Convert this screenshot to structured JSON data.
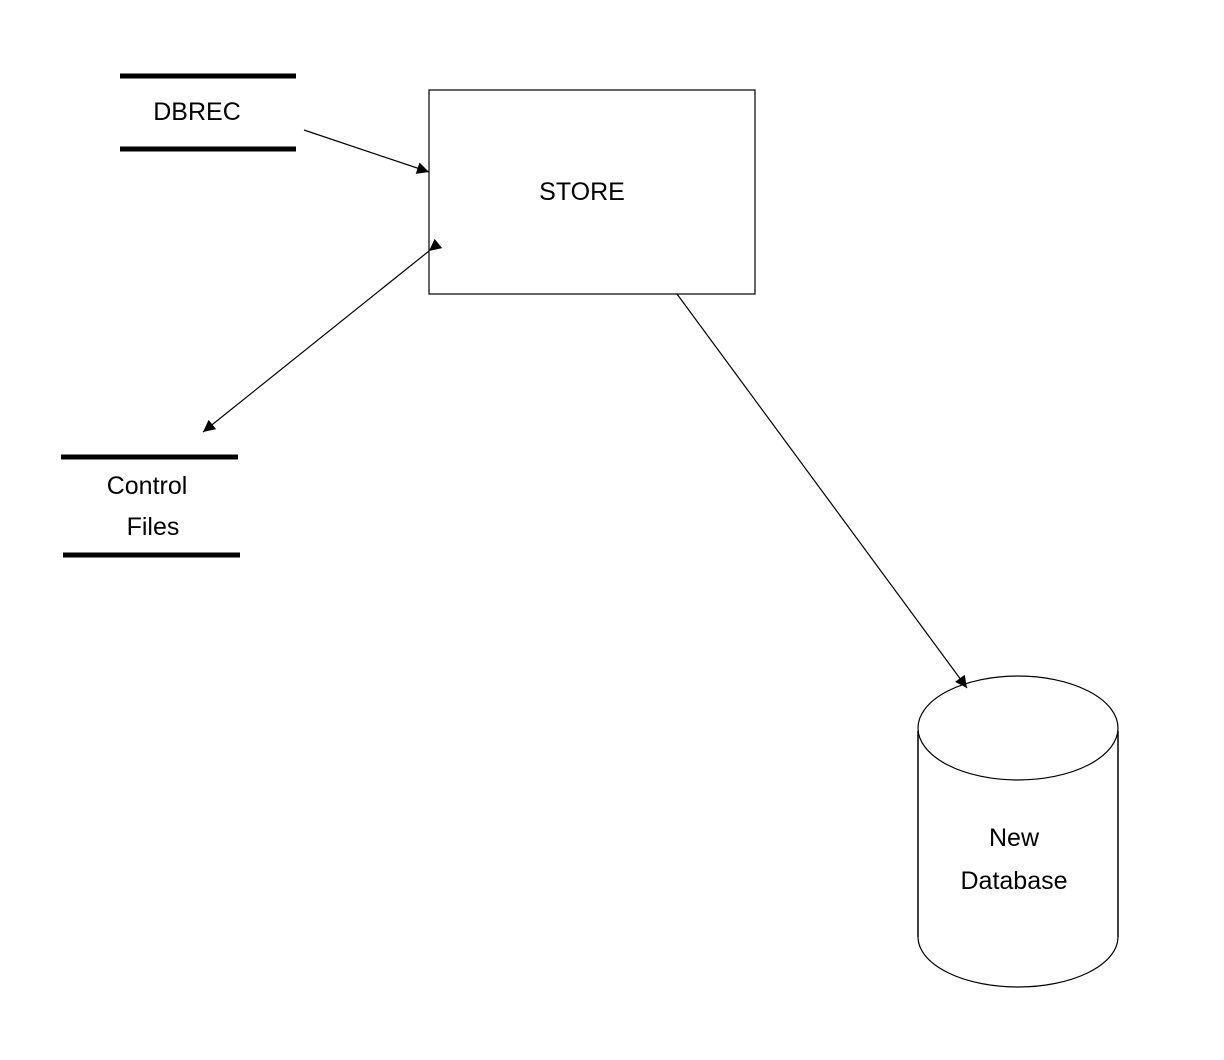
{
  "diagram": {
    "nodes": {
      "dbrec": {
        "label": "DBREC",
        "shape": "data-store"
      },
      "store": {
        "label": "STORE",
        "shape": "process-box"
      },
      "control_files": {
        "label_line1": "Control",
        "label_line2": "Files",
        "shape": "data-store"
      },
      "new_database": {
        "label_line1": "New",
        "label_line2": "Database",
        "shape": "cylinder"
      }
    },
    "edges": [
      {
        "from": "DBREC",
        "to": "STORE",
        "direction": "one-way"
      },
      {
        "from": "STORE",
        "to": "Control Files",
        "direction": "two-way"
      },
      {
        "from": "STORE",
        "to": "New Database",
        "direction": "one-way"
      }
    ],
    "colors": {
      "stroke": "#000000",
      "background": "#ffffff"
    }
  }
}
